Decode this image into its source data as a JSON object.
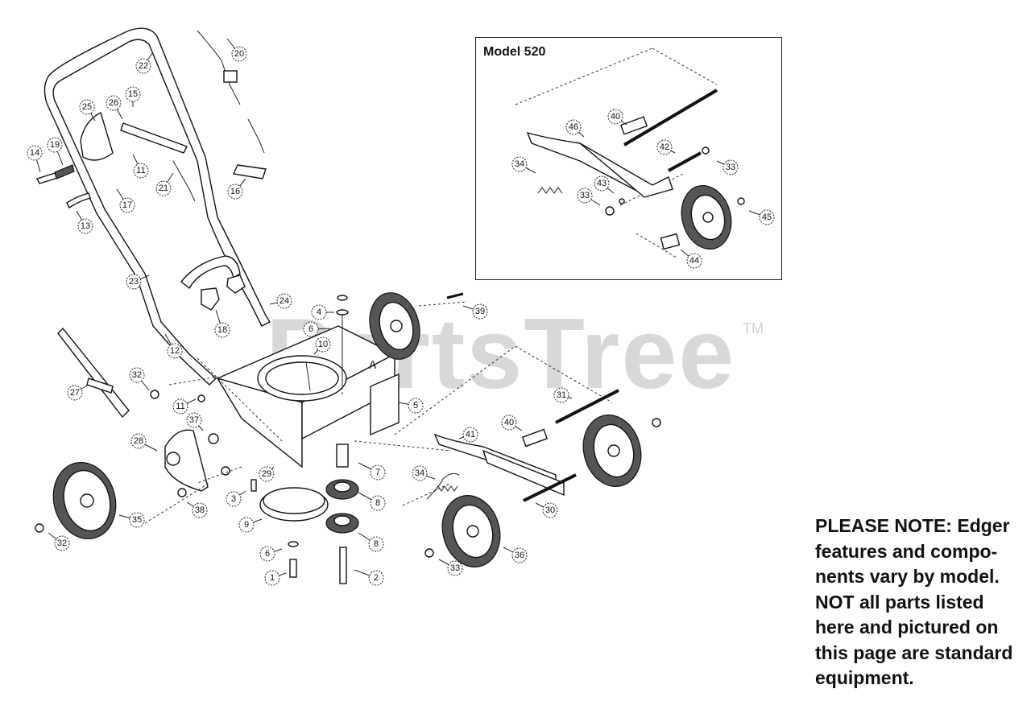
{
  "diagram": {
    "inset_title": "Model 520",
    "watermark": "PartsTree",
    "trademark": "TM",
    "section_label": "A",
    "note_lines": [
      "PLEASE NOTE:  Edger",
      "features and compo-",
      "nents vary by model.",
      "NOT all parts listed",
      "here and pictured on",
      "this page are standard",
      "equipment."
    ],
    "callouts": [
      "20",
      "22",
      "15",
      "25",
      "26",
      "14",
      "19",
      "11",
      "21",
      "16",
      "17",
      "13",
      "23",
      "24",
      "18",
      "4",
      "6",
      "10",
      "12",
      "32",
      "27",
      "11",
      "37",
      "28",
      "35",
      "32",
      "38",
      "3",
      "29",
      "9",
      "6",
      "1",
      "8",
      "8",
      "7",
      "2",
      "5",
      "39",
      "31",
      "40",
      "41",
      "34",
      "30",
      "33",
      "36",
      "46",
      "40",
      "42",
      "33",
      "34",
      "43",
      "33",
      "45",
      "44"
    ]
  }
}
